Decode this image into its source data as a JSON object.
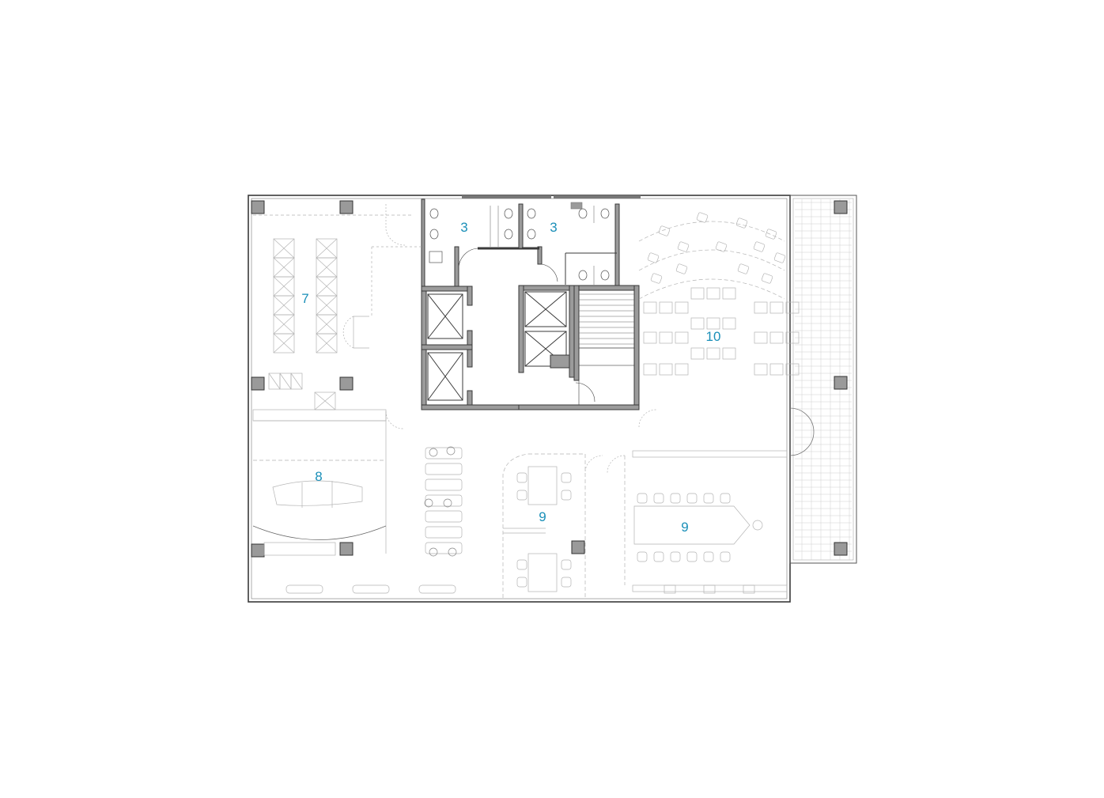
{
  "colors": {
    "wall": "#3a3a3a",
    "wall_fill": "#9b9b9b",
    "column_fill": "#9a9a9a",
    "furniture": "#b4b4b4",
    "label": "#1a8fb8",
    "background": "#ffffff"
  },
  "rooms": [
    {
      "id": "restroom-left",
      "label": "3"
    },
    {
      "id": "restroom-right",
      "label": "3"
    },
    {
      "id": "library-shelving",
      "label": "7"
    },
    {
      "id": "lounge",
      "label": "8"
    },
    {
      "id": "meeting-small",
      "label": "9"
    },
    {
      "id": "boardroom",
      "label": "9"
    },
    {
      "id": "lecture-hall",
      "label": "10"
    }
  ]
}
